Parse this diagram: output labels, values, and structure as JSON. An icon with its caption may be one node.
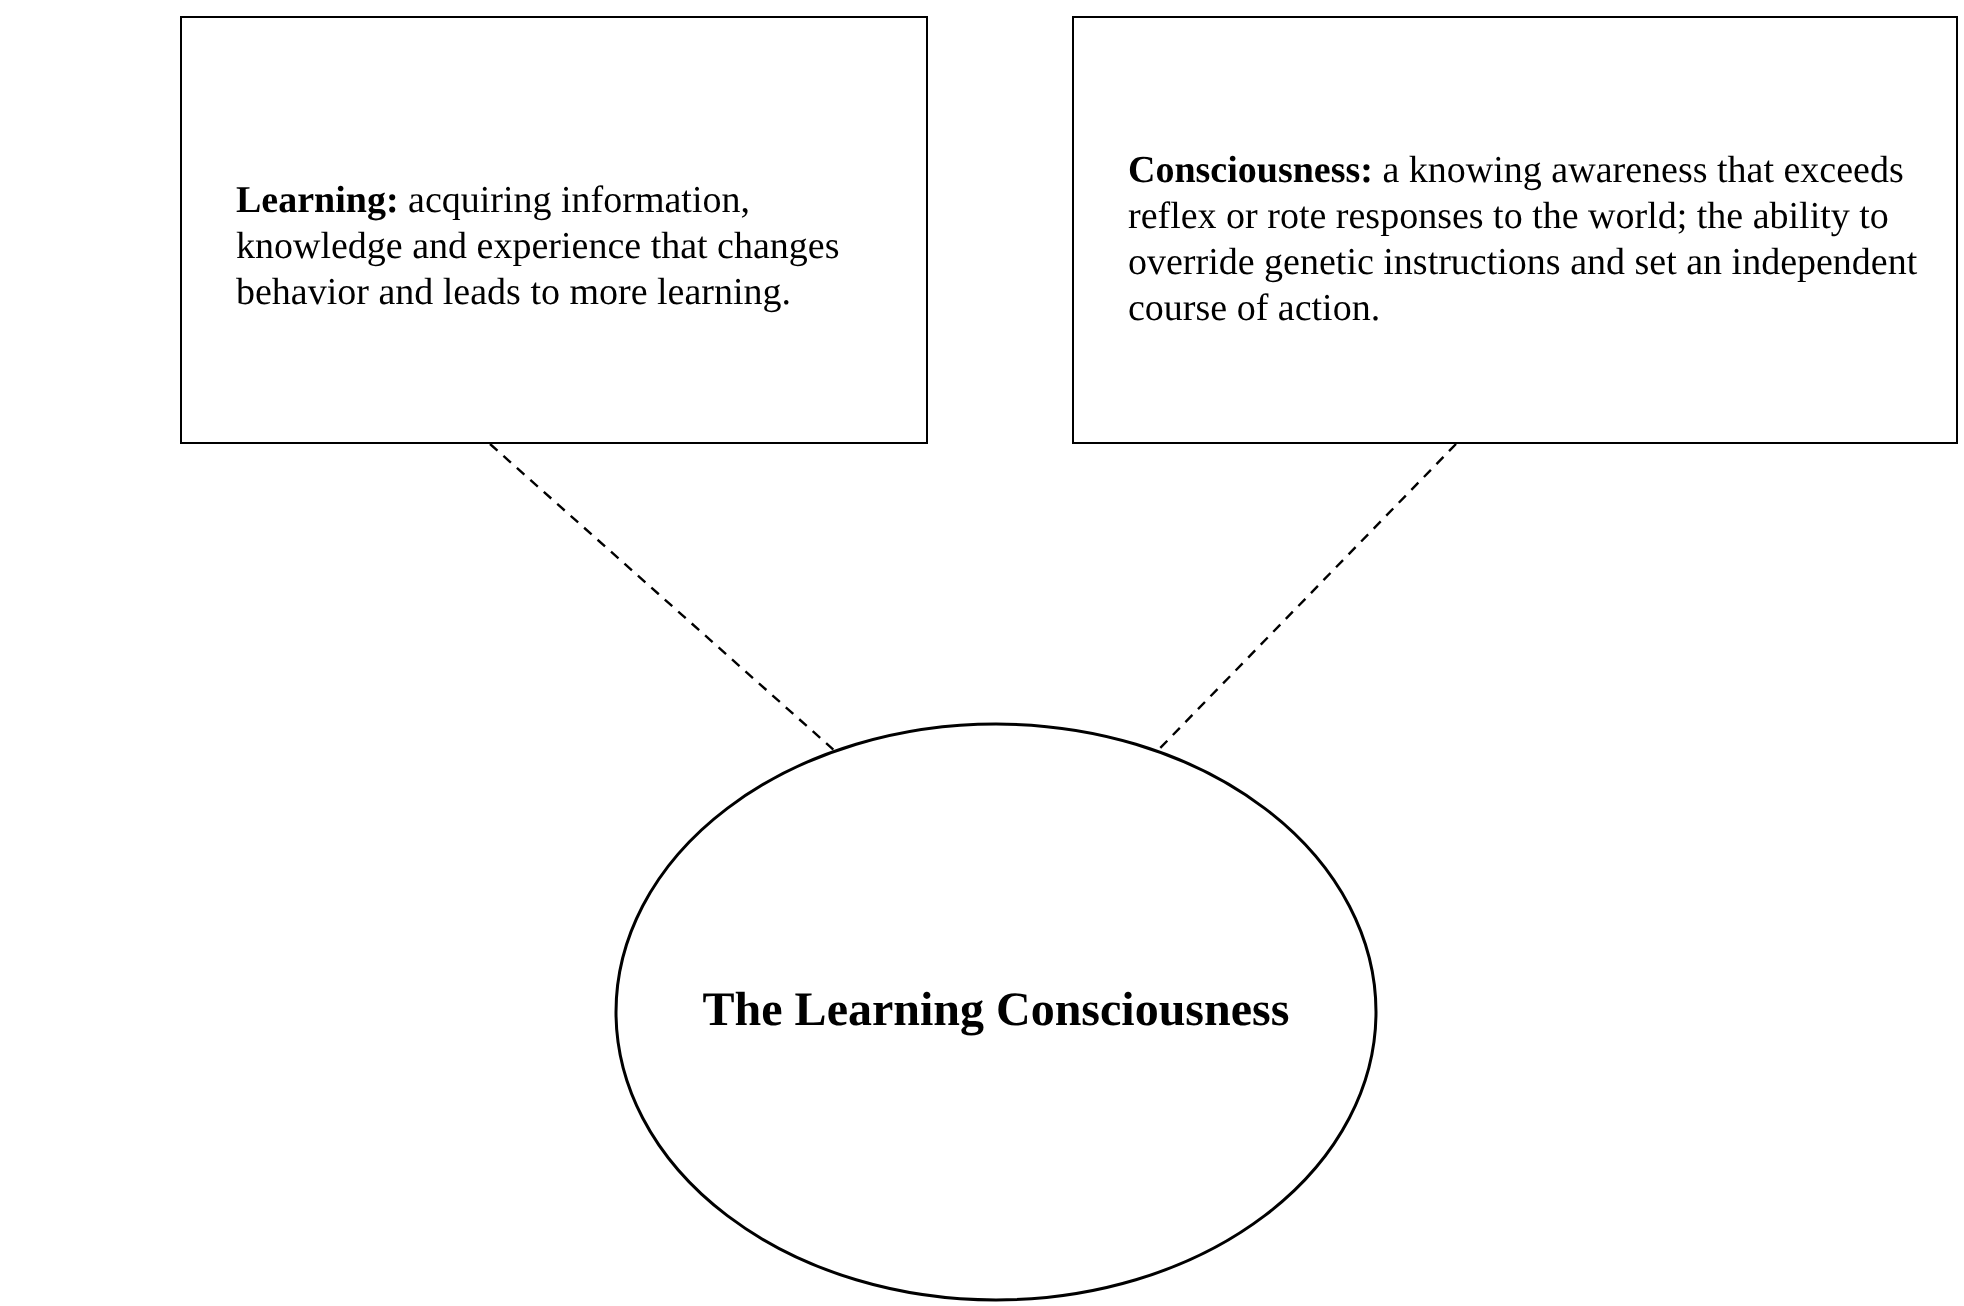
{
  "diagram": {
    "nodes": [
      {
        "text": [
          "**Learning:** acquiring information, knowledge and experience that changes behavior and leads to more learning."
        ]
      },
      {
        "text": [
          "**Consciousness:** a knowing awareness that exceeds reflex or rote responses to the world; the ability to override genetic instructions and set an independent course of action."
        ]
      },
      {
        "text": [
          "The Learning Consciousness"
        ]
      }
    ],
    "edges": [
      {
        "from": 0,
        "to": 2,
        "arrow": "none",
        "style": "dashed"
      },
      {
        "from": 1,
        "to": 2,
        "arrow": "none",
        "style": "dashed"
      }
    ]
  }
}
